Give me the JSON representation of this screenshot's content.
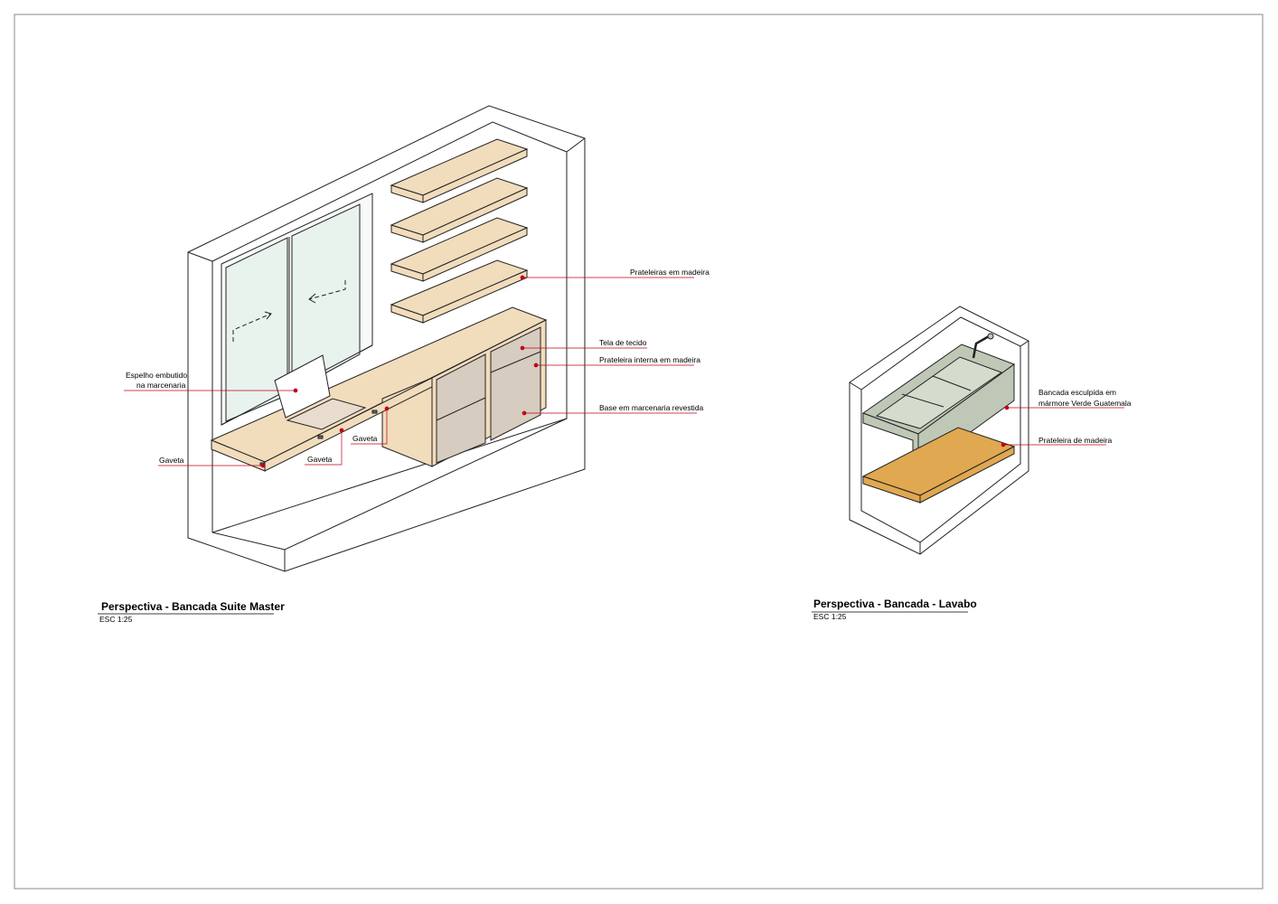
{
  "colors": {
    "frame": "#8a8a8a",
    "leader": "#c0001a",
    "wood_light": "#f1dcbc",
    "wood_orange": "#e0a850",
    "marble_green": "#bfc8b6",
    "glass": "#e9f3ee"
  },
  "left_view": {
    "title": "Perspectiva - Bancada Suite Master",
    "scale": "ESC 1:25",
    "labels": {
      "shelves": "Prateleiras em madeira",
      "fabric": "Tela de tecido",
      "inner_shelf": "Prateleira interna em madeira",
      "base": "Base em marcenaria revestida",
      "mirror_line1": "Espelho embutido",
      "mirror_line2": "na marcenaria",
      "drawer_1": "Gaveta",
      "drawer_2": "Gaveta",
      "drawer_3": "Gaveta"
    }
  },
  "right_view": {
    "title": "Perspectiva - Bancada - Lavabo",
    "scale": "ESC 1:25",
    "labels": {
      "sink_line1": "Bancada esculpida em",
      "sink_line2": "mármore Verde Guatemala",
      "shelf": "Prateleira de madeira"
    }
  }
}
